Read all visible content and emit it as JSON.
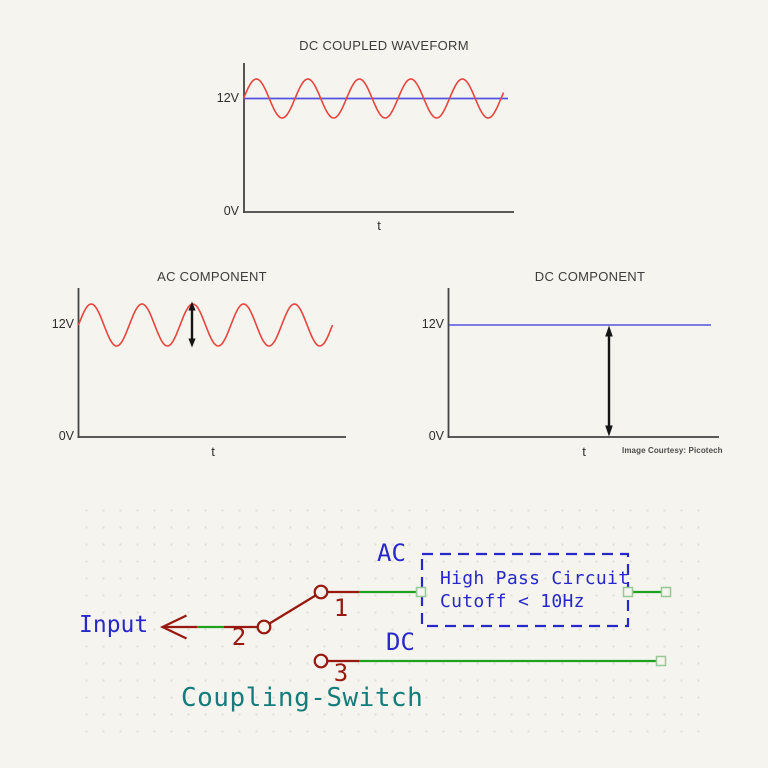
{
  "colors": {
    "background": "#f5f4ee",
    "axis": "#454545",
    "wave_red": "#e8453f",
    "dc_blue": "#5353e0",
    "arrow_black": "#151515",
    "title_text": "#3c3c3c",
    "credit_text": "#4c4c4c",
    "wire_green": "#1ea11e",
    "terminal_green": "#97c897",
    "symbol_red": "#97190f",
    "label_blue": "#2828c8",
    "switch_teal": "#147d7b",
    "grid_dot": "#e2dfd6"
  },
  "charts": {
    "dc_coupled": {
      "title": "DC COUPLED WAVEFORM",
      "y_high": "12V",
      "y_low": "0V",
      "x_label": "t"
    },
    "ac_component": {
      "title": "AC COMPONENT",
      "y_high": "12V",
      "y_low": "0V",
      "x_label": "t"
    },
    "dc_component": {
      "title": "DC COMPONENT",
      "y_high": "12V",
      "y_low": "0V",
      "x_label": "t"
    },
    "credit": "Image Courtesy: Picotech"
  },
  "schematic": {
    "input_label": "Input",
    "ac_label": "AC",
    "dc_label": "DC",
    "pin_1": "1",
    "pin_2": "2",
    "pin_3": "3",
    "hp_box_line1": "High Pass Circuit",
    "hp_box_line2": "Cutoff < 10Hz",
    "switch_name": "Coupling-Switch"
  },
  "chart_data": [
    {
      "type": "line",
      "title": "DC COUPLED WAVEFORM",
      "xlabel": "t",
      "ytick_labels": [
        "0V",
        "12V"
      ],
      "grid": false,
      "series": [
        {
          "name": "dc-coupled-signal",
          "waveform": "sine",
          "dc_offset_V": 12,
          "amplitude_V": 2,
          "cycles_shown": 5,
          "color": "#e8453f"
        },
        {
          "name": "dc-level",
          "waveform": "constant",
          "value_V": 12,
          "color": "#5353e0"
        }
      ]
    },
    {
      "type": "line",
      "title": "AC COMPONENT",
      "xlabel": "t",
      "ytick_labels": [
        "0V",
        "12V"
      ],
      "grid": false,
      "series": [
        {
          "name": "ac-component",
          "waveform": "sine",
          "centered_at_tick": "12V",
          "amplitude_V": 2,
          "cycles_shown": 5,
          "color": "#e8453f"
        }
      ],
      "annotation": "black double-headed arrow marking peak-to-peak amplitude at third peak"
    },
    {
      "type": "line",
      "title": "DC COMPONENT",
      "xlabel": "t",
      "ytick_labels": [
        "0V",
        "12V"
      ],
      "grid": false,
      "series": [
        {
          "name": "dc-component",
          "waveform": "constant",
          "value_V": 12,
          "color": "#5353e0"
        }
      ],
      "annotation": "black double-headed arrow spanning from 0V axis up to 12V line"
    }
  ]
}
